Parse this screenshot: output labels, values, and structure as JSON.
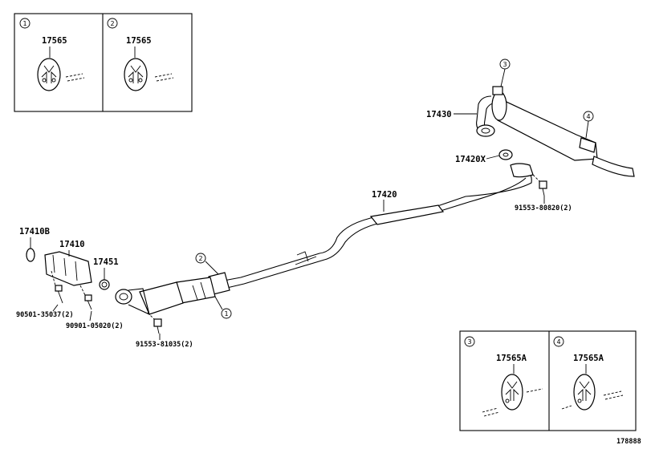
{
  "callouts": [
    "1",
    "2",
    "3",
    "4"
  ],
  "inset_parts": {
    "inset1": "17565",
    "inset2": "17565",
    "inset3": "17565A",
    "inset4": "17565A"
  },
  "parts": {
    "p17410B": "17410B",
    "p17410": "17410",
    "p17451": "17451",
    "p17420": "17420",
    "p17430": "17430",
    "p17420X": "17420X",
    "bolt_90501": "90501-35037(2)",
    "bolt_90901": "90901-05020(2)",
    "bolt_91553_81035": "91553-81035(2)",
    "bolt_91553_80820": "91553-80820(2)"
  },
  "diagram_id": "178888"
}
